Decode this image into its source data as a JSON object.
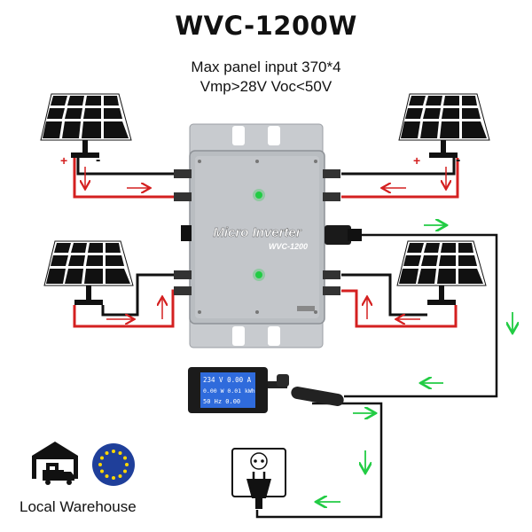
{
  "header": {
    "title": "WVC-1200W",
    "spec_line_1": "Max panel input 370*4",
    "spec_line_2": "Vmp>28V Voc<50V"
  },
  "inverter": {
    "name": "Micro Inverter",
    "model": "WVC-1200",
    "body_color": "#b9bdc1",
    "led_color": "#22cc44"
  },
  "meter": {
    "row1": "234 V  0.00 A",
    "row2": "0.00 W  0.01 kWh",
    "row3": "50 Hz  0.00",
    "screen_color": "#2f6bdc"
  },
  "polarity": {
    "plus": "+",
    "minus": "-"
  },
  "colors": {
    "dc_positive": "#d42020",
    "dc_negative": "#111111",
    "ac_flow_arrow": "#22cc44",
    "panel_cell": "#111111"
  },
  "footer": {
    "warehouse_label": "Local Warehouse",
    "icons": [
      "warehouse-truck-icon",
      "eu-flag-icon"
    ]
  }
}
